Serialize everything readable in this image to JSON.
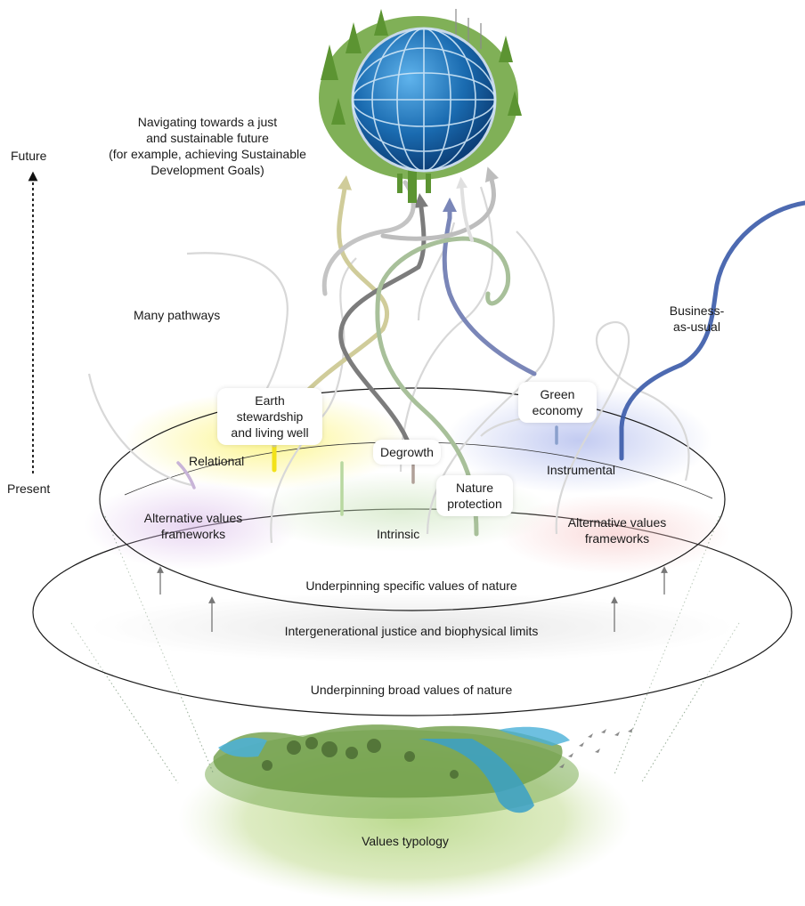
{
  "future_label": "Future",
  "present_label": "Present",
  "goal_text": [
    "Navigating towards a just",
    "and sustainable future",
    "(for example, achieving Sustainable",
    "Development Goals)"
  ],
  "many_pathways": "Many pathways",
  "pathways": {
    "business_as_usual": [
      "Business-",
      "as-usual"
    ],
    "green_economy": [
      "Green",
      "economy"
    ],
    "earth_stewardship": [
      "Earth",
      "stewardship",
      "and living well"
    ],
    "degrowth": "Degrowth",
    "nature_protection": [
      "Nature",
      "protection"
    ]
  },
  "values": {
    "relational": "Relational",
    "instrumental": "Instrumental",
    "intrinsic": "Intrinsic",
    "alt_left": [
      "Alternative values",
      "frameworks"
    ],
    "alt_right": [
      "Alternative values",
      "frameworks"
    ]
  },
  "layers": {
    "specific": "Underpinning specific values of nature",
    "justice": "Intergenerational justice and biophysical limits",
    "broad": "Underpinning broad values of nature",
    "typology": "Values typology"
  },
  "colors": {
    "relational": "#f2e21a",
    "instrumental": "#2e4a9a",
    "intrinsic": "#7aa86a",
    "globe": "#1a6bb0",
    "vegetation": "#6aa23a"
  }
}
